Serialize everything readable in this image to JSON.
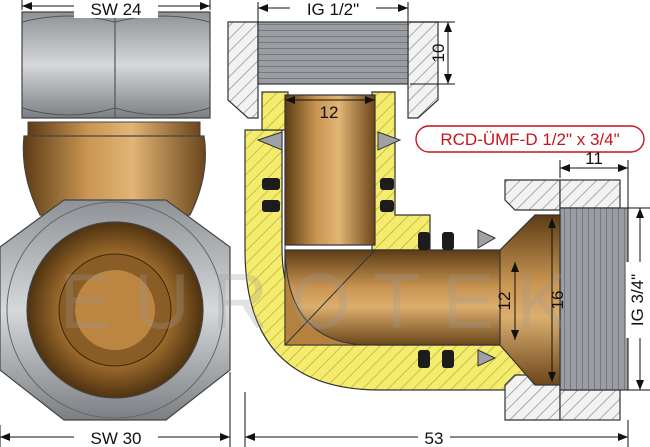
{
  "watermark": "EUROTEK",
  "product_label": "RCD-ÜMF-D 1/2\" x 3/4\"",
  "dimensions": {
    "sw_top": "SW 24",
    "sw_bottom": "SW 30",
    "ig_top": "IG 1/2\"",
    "thread_depth_top": "10",
    "bore_vertical": "12",
    "thread_depth_right": "11",
    "bore_horizontal": "12",
    "pipe_od": "16",
    "ig_right": "IG 3/4\"",
    "overall_length": "53"
  },
  "colors": {
    "brass": "#b07a3a",
    "brass_dark": "#6e4a1e",
    "yellow_section": "#f4ec6e",
    "hatch": "#8a8a8a",
    "steel": "#b9bcbf",
    "label_red": "#c8141c"
  }
}
